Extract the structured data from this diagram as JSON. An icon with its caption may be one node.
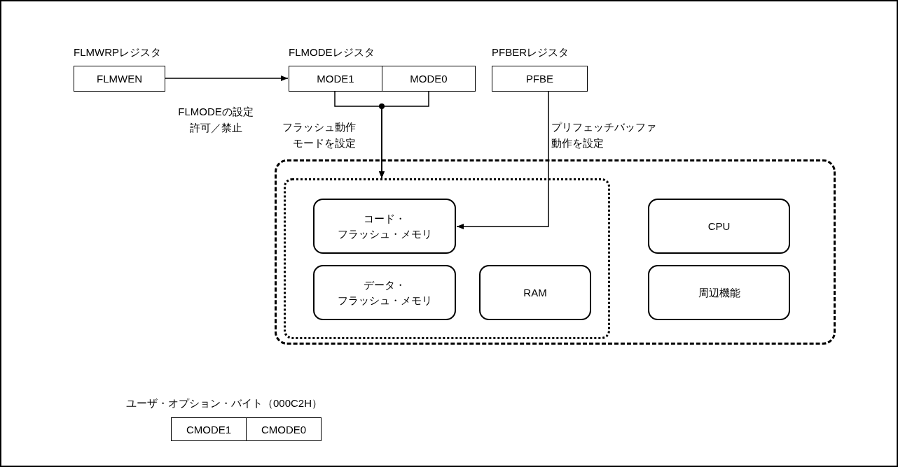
{
  "diagram": {
    "nodes": [
      {
        "text": [
          "FLMWRPレジスタ",
          "FLMWEN"
        ]
      },
      {
        "text": [
          "FLMODEレジスタ"
        ]
      },
      {
        "text": [
          "MODE1"
        ],
        "in": 1
      },
      {
        "text": [
          "MODE0"
        ],
        "in": 1
      },
      {
        "text": [
          "PFBERレジスタ",
          "PFBE"
        ]
      },
      {
        "text": [],
        "shape": "box"
      },
      {
        "text": [],
        "shape": "box",
        "in": 5
      },
      {
        "text": [
          "コード・フラッシュ・メモリ"
        ],
        "in": 6
      },
      {
        "text": [
          "データ・フラッシュ・メモリ"
        ],
        "in": 6
      },
      {
        "text": [
          "RAM"
        ],
        "in": 6
      },
      {
        "text": [
          "CPU"
        ],
        "in": 5
      },
      {
        "text": [
          "周辺機能"
        ],
        "in": 5
      },
      {
        "text": [
          "ユーザ・オプション・バイト（000C2H）"
        ]
      },
      {
        "text": [
          "CMODE1"
        ],
        "in": 12
      },
      {
        "text": [
          "CMODE0"
        ],
        "in": 12
      }
    ],
    "edges": [
      {
        "from": 0,
        "to": 2,
        "arrow": "to",
        "label": "FLMODEの設定許可／禁止"
      },
      {
        "from": 2,
        "to": 6,
        "arrow": "to",
        "label": "フラッシュ動作モードを設定"
      },
      {
        "from": 3,
        "to": 6,
        "arrow": "to"
      },
      {
        "from": 4,
        "to": 7,
        "arrow": "to",
        "label": "プリフェッチバッファ動作を設定"
      }
    ]
  }
}
